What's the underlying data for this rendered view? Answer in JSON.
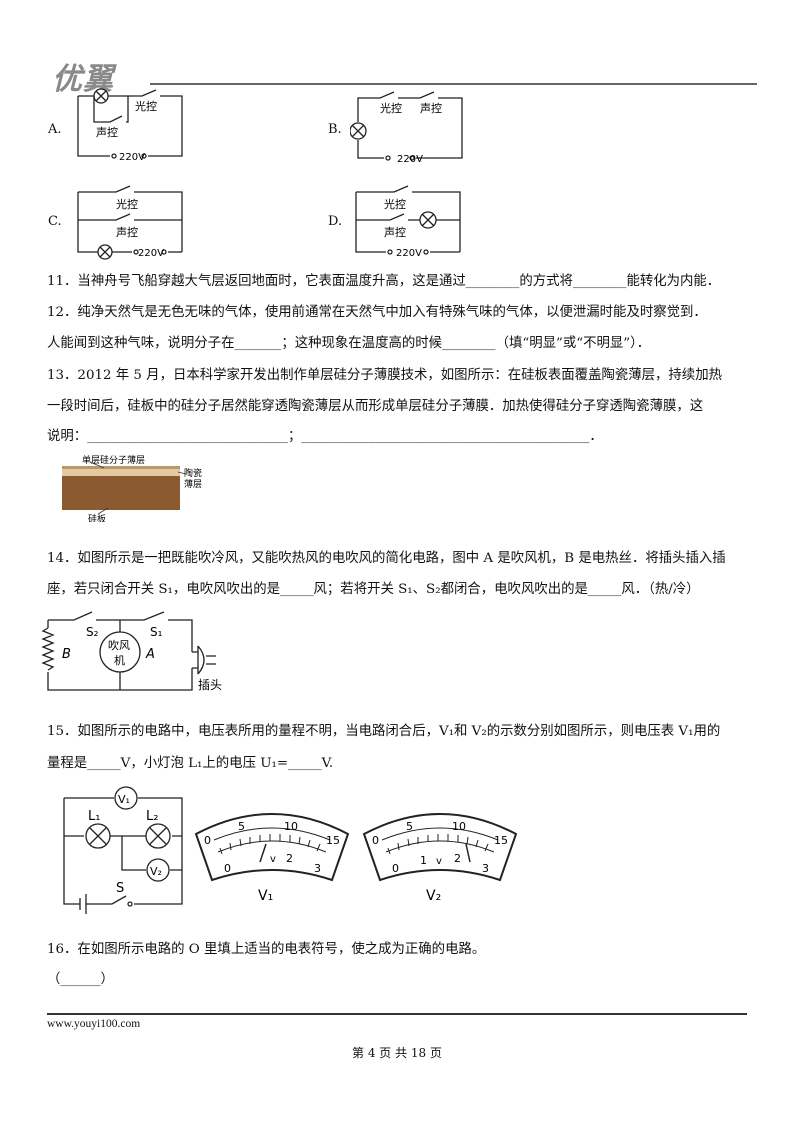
{
  "header": {
    "logo": "优翼"
  },
  "circuit_options": {
    "A": {
      "label": "A.",
      "light": "光控",
      "sound": "声控",
      "voltage": "220V"
    },
    "B": {
      "label": "B.",
      "light": "光控",
      "sound": "声控",
      "voltage": "220V"
    },
    "C": {
      "label": "C.",
      "light": "光控",
      "sound": "声控",
      "voltage": "220V"
    },
    "D": {
      "label": "D.",
      "light": "光控",
      "sound": "声控",
      "voltage": "220V"
    }
  },
  "q11": "11．当神舟号飞船穿越大气层返回地面时，它表面温度升高，这是通过________的方式将________能转化为内能．",
  "q12_l1": "12．纯净天然气是无色无味的气体，使用前通常在天然气中加入有特殊气味的气体，以便泄漏时能及时察觉到．",
  "q12_l2": "人能闻到这种气味，说明分子在_______；这种现象在温度高的时候________（填“明显”或“不明显”）．",
  "q13_l1": "13．2012 年 5 月，日本科学家开发出制作单层硅分子薄膜技术，如图所示：在硅板表面覆盖陶瓷薄层，持续加热",
  "q13_l2": "一段时间后，硅板中的硅分子居然能穿透陶瓷薄层从而形成单层硅分子薄膜．加热使得硅分子穿透陶瓷薄膜，这",
  "q13_l3": "说明：______________________________；___________________________________________．",
  "q13_fig": {
    "film": "单层硅分子薄层",
    "ceramic_1": "陶瓷",
    "ceramic_2": "薄层",
    "board": "硅板"
  },
  "q14_l1": "14．如图所示是一把既能吹冷风，又能吹热风的电吹风的简化电路，图中 A 是吹风机，B 是电热丝．将插头插入插",
  "q14_l2": "座，若只闭合开关 S₁，电吹风吹出的是_____风；若将开关 S₁、S₂都闭合，电吹风吹出的是_____风．（热/冷）",
  "q14_fig": {
    "s2": "S₂",
    "s1": "S₁",
    "b": "B",
    "a": "A",
    "fan_1": "吹风",
    "fan_2": "机",
    "plug": "插头"
  },
  "q15_l1": "15．如图所示的电路中，电压表所用的量程不明，当电路闭合后，V₁和 V₂的示数分别如图所示，则电压表 V₁用的",
  "q15_l2": "量程是_____V，小灯泡 L₁上的电压 U₁=_____V.",
  "q15_fig": {
    "l1": "L₁",
    "l2": "L₂",
    "v1": "V₁",
    "v2": "V₂",
    "s": "S",
    "meter1_label": "V₁",
    "meter2_label": "V₂",
    "scale_top": [
      "0",
      "5",
      "10",
      "15"
    ],
    "scale_bottom": [
      "0",
      "1",
      "2",
      "3"
    ],
    "unit": "v"
  },
  "q16": "16．在如图所示电路的 O 里填上适当的电表符号，使之成为正确的电路。",
  "q16_blank": "（______）",
  "footer": {
    "url": "www.youyi100.com",
    "page": "第 4 页 共 18 页"
  }
}
